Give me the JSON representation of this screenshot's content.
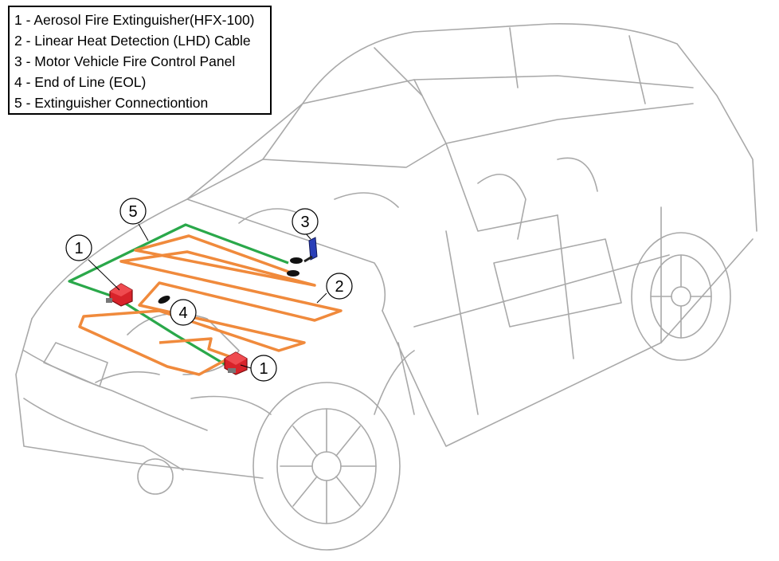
{
  "legend": {
    "items": [
      "1 - Aerosol Fire Extinguisher(HFX-100)",
      "2 - Linear Heat Detection (LHD) Cable",
      "3 - Motor Vehicle Fire Control Panel",
      "4 - End of Line (EOL)",
      "5 - Extinguisher Connectiontion"
    ]
  },
  "callouts": {
    "one_left": "1",
    "one_right": "1",
    "two": "2",
    "three": "3",
    "four": "4",
    "five": "5"
  },
  "colors": {
    "lhd_cable": "#f08a3c",
    "connection": "#2aa84a",
    "extinguisher": "#d8232a",
    "panel": "#2a3fb8",
    "outline": "#b8b8b8"
  }
}
